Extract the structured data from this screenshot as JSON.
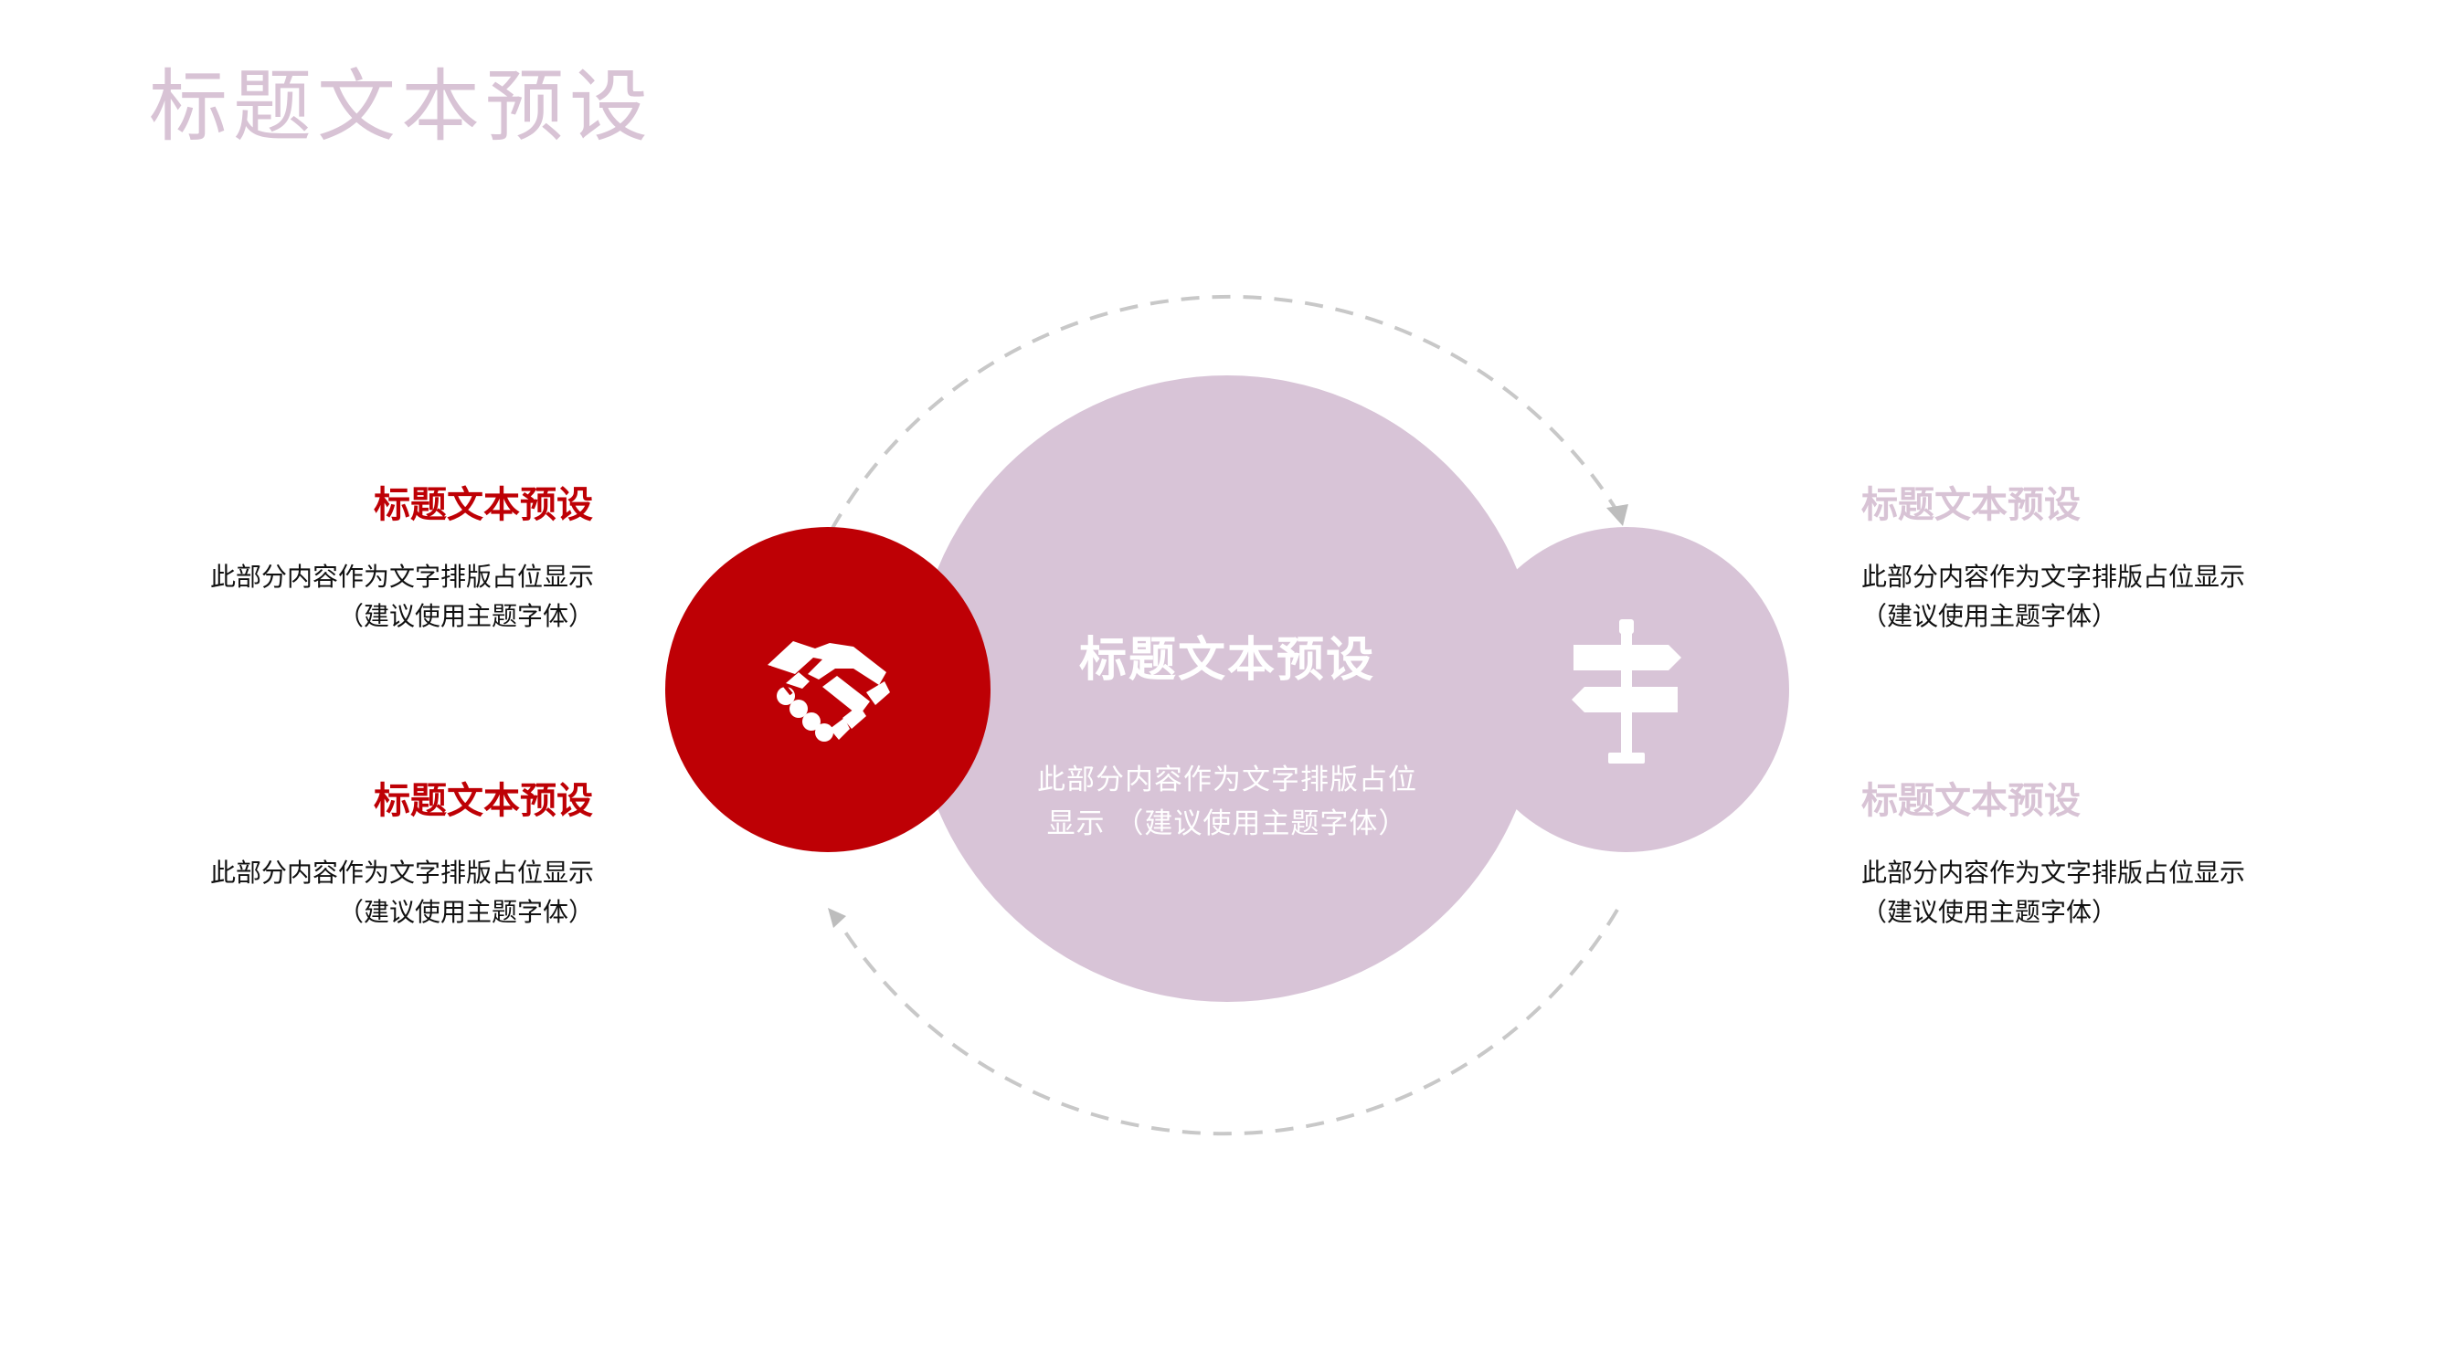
{
  "page": {
    "title": "标题文本预设"
  },
  "colors": {
    "accent_red": "#be0005",
    "accent_pink": "#d8c4d7",
    "dashed_ring": "#c8c8c8",
    "body_text": "#111111"
  },
  "center": {
    "title": "标题文本预设",
    "body_line1": "此部分内容作为文字排版占位",
    "body_line2": "显示 （建议使用主题字体）"
  },
  "icons": {
    "left": "handshake-icon",
    "right": "signpost-icon"
  },
  "items": {
    "left_top": {
      "title": "标题文本预设",
      "line1": "此部分内容作为文字排版占位显示",
      "line2": "（建议使用主题字体）"
    },
    "left_bottom": {
      "title": "标题文本预设",
      "line1": "此部分内容作为文字排版占位显示",
      "line2": "（建议使用主题字体）"
    },
    "right_top": {
      "title": "标题文本预设",
      "line1": "此部分内容作为文字排版占位显示",
      "line2": "（建议使用主题字体）"
    },
    "right_bottom": {
      "title": "标题文本预设",
      "line1": "此部分内容作为文字排版占位显示",
      "line2": "（建议使用主题字体）"
    }
  }
}
